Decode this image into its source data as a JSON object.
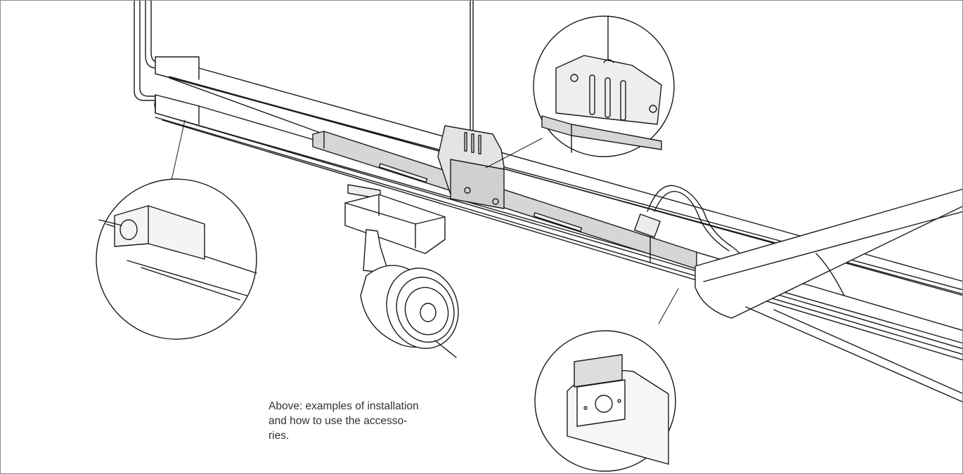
{
  "caption": {
    "line1": "Above: examples of installation",
    "line2": "and how to use the accesso-",
    "line3": "ries."
  },
  "colors": {
    "line": "#1a1a1a",
    "fill_gray": "#d6d6d6",
    "fill_light": "#ececec",
    "frame": "#8a8a8a"
  }
}
